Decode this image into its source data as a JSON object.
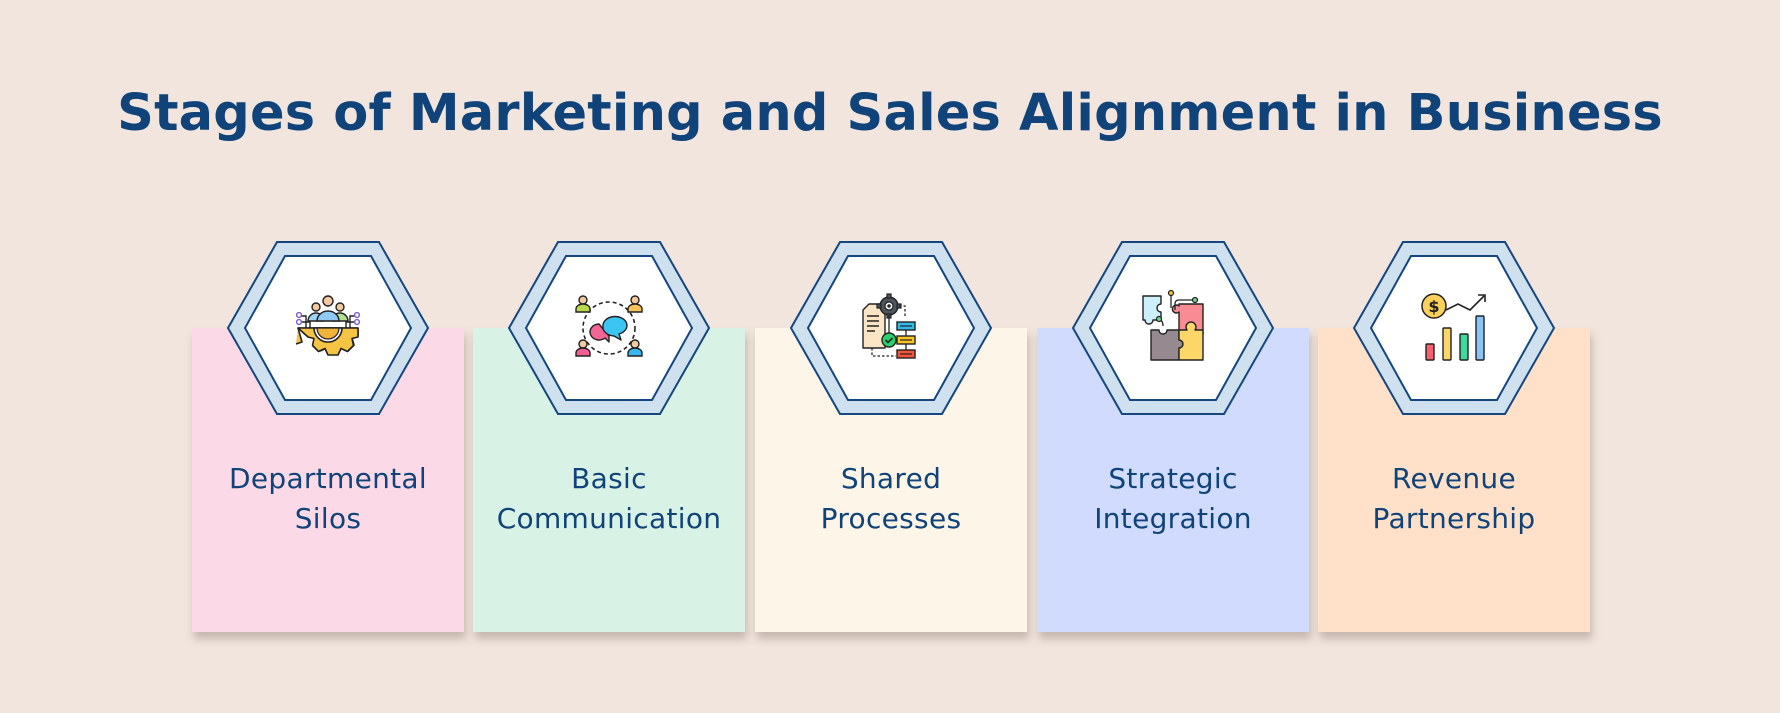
{
  "title": "Stages of Marketing and Sales Alignment in Business",
  "colors": {
    "background": "#f1e5dd",
    "title": "#0f4379",
    "hex_band": "#cfe1ee",
    "hex_stroke": "#14467f",
    "hex_inner": "#ffffff"
  },
  "stages": [
    {
      "line1": "Departmental",
      "line2": "Silos",
      "icon": "team-gear-icon",
      "card_color": "#fcd9e6"
    },
    {
      "line1": "Basic",
      "line2": "Communication",
      "icon": "team-chat-icon",
      "card_color": "#d9f2e6"
    },
    {
      "line1": "Shared",
      "line2": "Processes",
      "icon": "workflow-process-icon",
      "card_color": "#fdf5e8"
    },
    {
      "line1": "Strategic",
      "line2": "Integration",
      "icon": "puzzle-integration-icon",
      "card_color": "#d1dbfd"
    },
    {
      "line1": "Revenue",
      "line2": "Partnership",
      "icon": "revenue-growth-chart-icon",
      "card_color": "#ffe0c8"
    }
  ]
}
